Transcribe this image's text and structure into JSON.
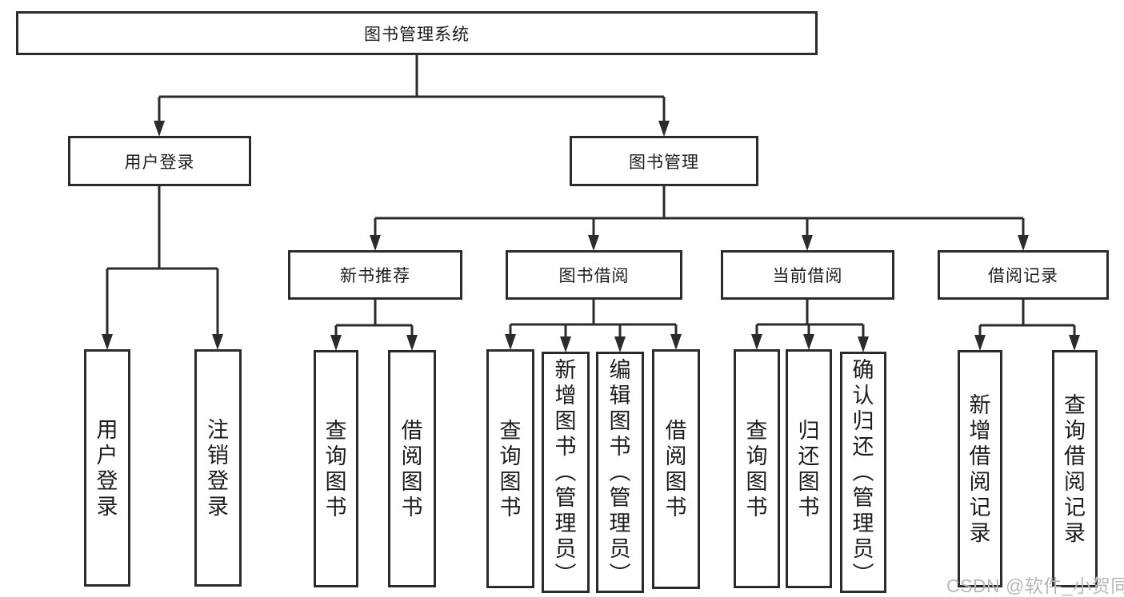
{
  "tree": {
    "label": "图书管理系统",
    "children": [
      {
        "label": "用户登录",
        "children": [
          {
            "label": "用户登录"
          },
          {
            "label": "注销登录"
          }
        ]
      },
      {
        "label": "图书管理",
        "children": [
          {
            "label": "新书推荐",
            "children": [
              {
                "label": "查询图书"
              },
              {
                "label": "借阅图书"
              }
            ]
          },
          {
            "label": "图书借阅",
            "children": [
              {
                "label": "查询图书"
              },
              {
                "label": "新增图书（管理员）"
              },
              {
                "label": "编辑图书（管理员）"
              },
              {
                "label": "借阅图书"
              }
            ]
          },
          {
            "label": "当前借阅",
            "children": [
              {
                "label": "查询图书"
              },
              {
                "label": "归还图书"
              },
              {
                "label": "确认归还（管理员）"
              }
            ]
          },
          {
            "label": "借阅记录",
            "children": [
              {
                "label": "新增借阅记录"
              },
              {
                "label": "查询借阅记录"
              }
            ]
          }
        ]
      }
    ]
  },
  "watermark": {
    "text": "CSDN @软件_小贺同学"
  },
  "colors": {
    "line": "#2b2b2b",
    "text": "#1c1c1c",
    "watermark": "#b8b8b8",
    "background": "#ffffff"
  }
}
